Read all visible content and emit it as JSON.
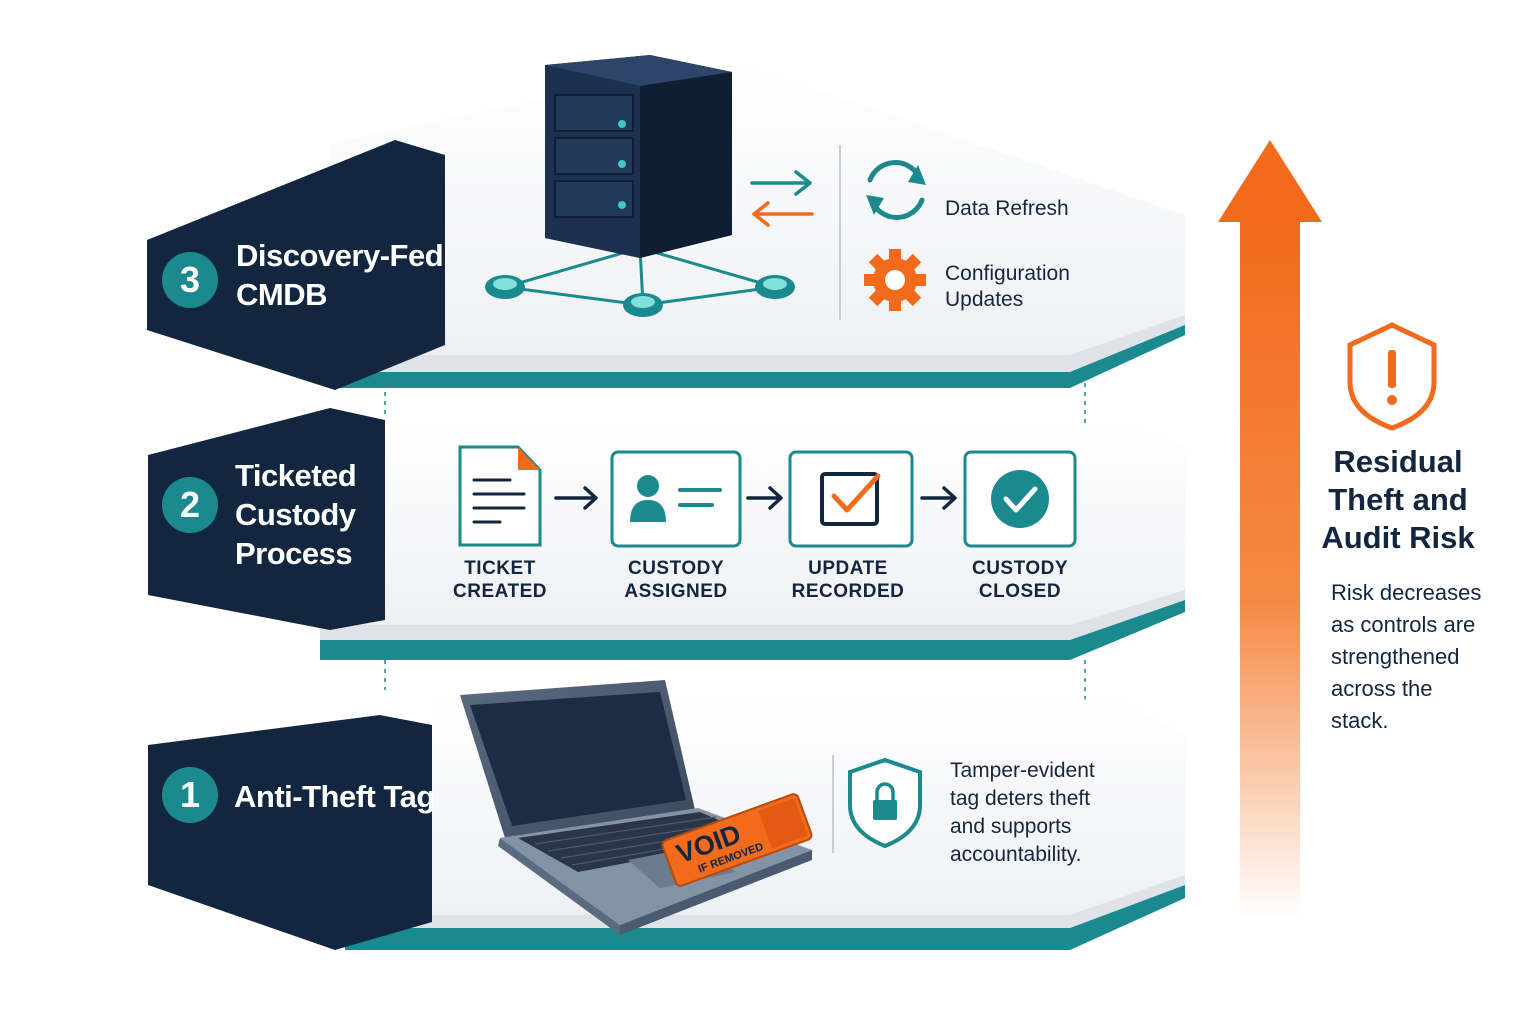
{
  "tiers": [
    {
      "number": "3",
      "title_lines": [
        "Discovery-Fed",
        "CMDB"
      ],
      "icon": "server-icon",
      "features": [
        {
          "icon": "refresh-icon",
          "label": "Data Refresh"
        },
        {
          "icon": "gear-icon",
          "label_lines": [
            "Configuration",
            "Updates"
          ]
        }
      ]
    },
    {
      "number": "2",
      "title_lines": [
        "Ticketed",
        "Custody",
        "Process"
      ],
      "steps": [
        {
          "icon": "ticket-document-icon",
          "label_lines": [
            "TICKET",
            "CREATED"
          ]
        },
        {
          "icon": "custody-card-icon",
          "label_lines": [
            "CUSTODY",
            "ASSIGNED"
          ]
        },
        {
          "icon": "checkbox-icon",
          "label_lines": [
            "UPDATE",
            "RECORDED"
          ]
        },
        {
          "icon": "check-circle-icon",
          "label_lines": [
            "CUSTODY",
            "CLOSED"
          ]
        }
      ]
    },
    {
      "number": "1",
      "title_lines": [
        "Anti-Theft Tag"
      ],
      "icon": "laptop-icon",
      "sticker_lines": [
        "VOID",
        "IF REMOVED"
      ],
      "description_lines": [
        "Tamper-evident",
        "tag deters theft",
        "and supports",
        "accountability."
      ],
      "description_icon": "shield-lock-icon"
    }
  ],
  "risk": {
    "icon": "shield-warning-icon",
    "title_lines": [
      "Residual",
      "Theft and",
      "Audit Risk"
    ],
    "description_lines": [
      "Risk decreases",
      "as controls are",
      "strengthened",
      "across the",
      "stack."
    ],
    "arrow_icon": "up-arrow-icon"
  },
  "colors": {
    "navy": "#13263f",
    "teal": "#1a8a8f",
    "orange": "#f26a1b",
    "panel": "#f5f6f8"
  }
}
